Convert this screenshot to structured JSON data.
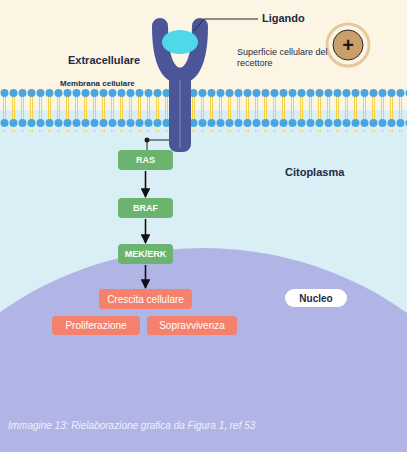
{
  "diagram": {
    "caption": "Immagine 13: Rielaborazione grafica da Figura 1, ref 53",
    "nodes": [
      {
        "text": [
          "RAS"
        ]
      },
      {
        "text": [
          "BRAF"
        ]
      },
      {
        "text": [
          "MEK/ERK"
        ]
      },
      {
        "text": [
          "Crescita cellulare"
        ]
      },
      {
        "text": [
          "Proliferazione"
        ]
      },
      {
        "text": [
          "Sopravvivenza"
        ]
      },
      {
        "text": [
          "Nucleo"
        ]
      }
    ],
    "edges": [
      {
        "from": 0,
        "to": 1,
        "arrow": "to"
      },
      {
        "from": 1,
        "to": 2,
        "arrow": "to"
      },
      {
        "from": 2,
        "to": 3,
        "arrow": "to"
      }
    ],
    "labels": [
      "Ligando",
      "Superficie cellulare del recettore",
      "Extracellulare",
      "Membrana cellulare",
      "+",
      "Citoplasma"
    ]
  }
}
